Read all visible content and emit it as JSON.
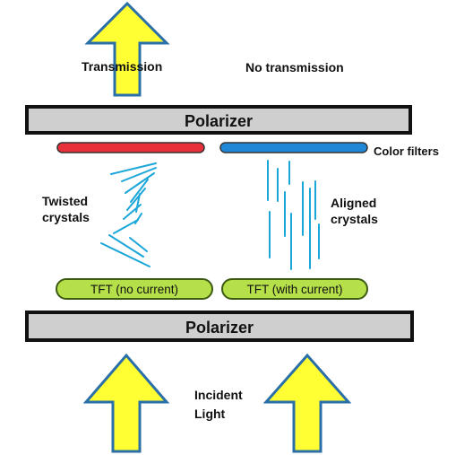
{
  "labels": {
    "transmission": "Transmission",
    "no_transmission": "No transmission",
    "polarizer_top": "Polarizer",
    "polarizer_bottom": "Polarizer",
    "color_filters": "Color filters",
    "twisted_line1": "Twisted",
    "twisted_line2": "crystals",
    "aligned_line1": "Aligned",
    "aligned_line2": "crystals",
    "tft_left": "TFT (no current)",
    "tft_right": "TFT (with current)",
    "incident_line1": "Incident",
    "incident_line2": "Light"
  },
  "colors": {
    "arrow_fill": "#ffff33",
    "arrow_stroke": "#2a6fa8",
    "polarizer_fill": "#cfcfcf",
    "polarizer_stroke": "#111111",
    "filter_red": "#e8303a",
    "filter_blue": "#1e88d6",
    "crystal": "#1aa6d8",
    "tft_fill": "#b6e04a",
    "tft_stroke": "#3d5a12"
  },
  "icons": {
    "arrow_up": "arrow-up-icon"
  }
}
